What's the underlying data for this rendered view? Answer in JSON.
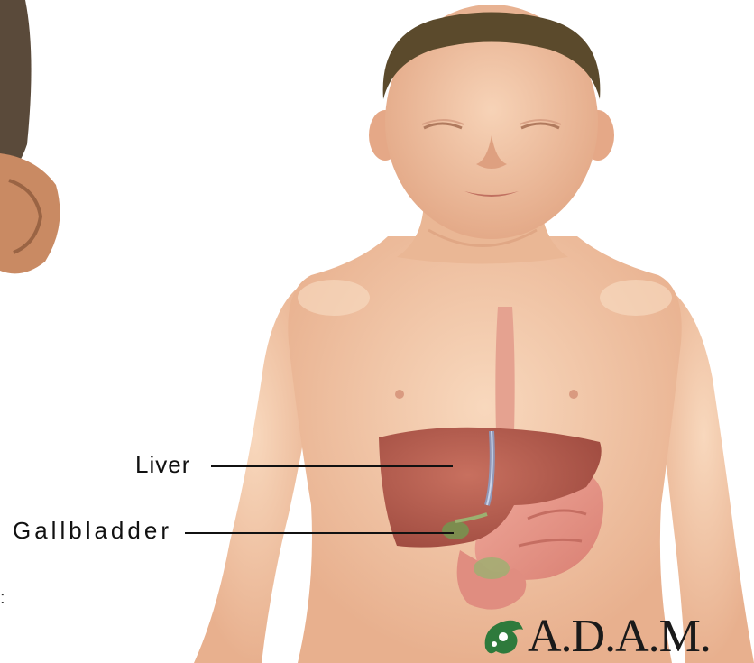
{
  "labels": {
    "liver": "Liver",
    "gallbladder": "Gallbladder"
  },
  "logo": {
    "text": "A.D.A.M."
  },
  "colors": {
    "skin": "#f3c7a5",
    "skin_shadow": "#e2a886",
    "hair": "#5b4a2c",
    "liver": "#b55a4f",
    "stomach": "#e79b8e",
    "esophagus": "#e5a290",
    "gallbladder": "#7c8c4e",
    "logo_leaf": "#2e7a3c"
  }
}
